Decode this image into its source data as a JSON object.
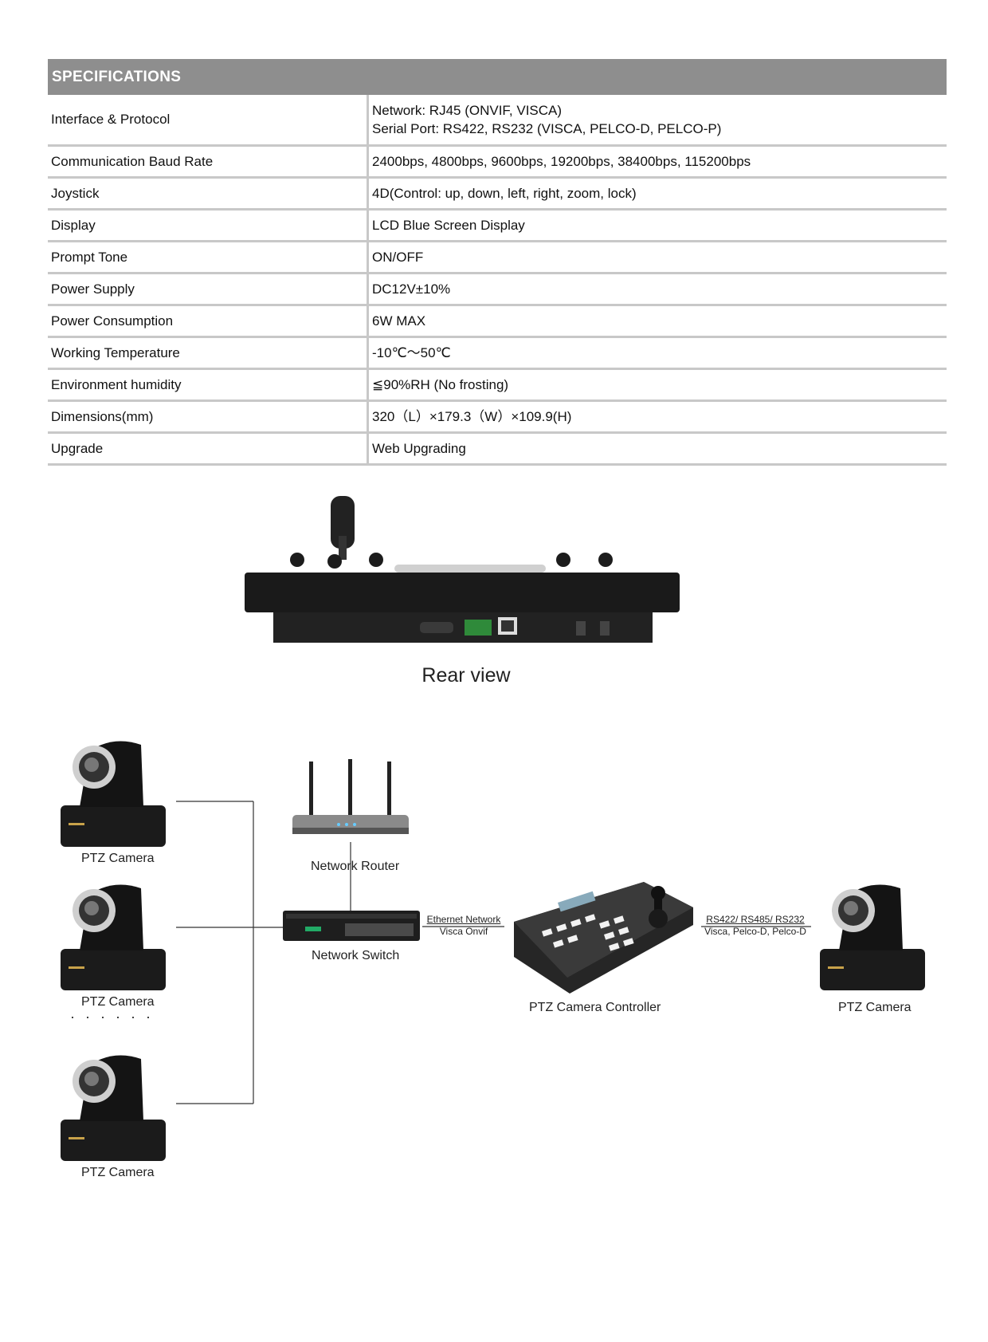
{
  "specifications": {
    "title": "SPECIFICATIONS",
    "rows": [
      {
        "key": "Interface & Protocol",
        "values": [
          "Network: RJ45 (ONVIF, VISCA)",
          "Serial Port: RS422, RS232 (VISCA, PELCO-D, PELCO-P)"
        ]
      },
      {
        "key": "Communication Baud Rate",
        "values": [
          "2400bps, 4800bps, 9600bps, 19200bps, 38400bps, 115200bps"
        ]
      },
      {
        "key": "Joystick",
        "values": [
          "4D(Control: up, down, left, right, zoom, lock)"
        ]
      },
      {
        "key": "Display",
        "values": [
          "LCD Blue Screen Display"
        ]
      },
      {
        "key": "Prompt Tone",
        "values": [
          "ON/OFF"
        ]
      },
      {
        "key": "Power Supply",
        "values": [
          "DC12V±10%"
        ]
      },
      {
        "key": "Power Consumption",
        "values": [
          "6W MAX"
        ]
      },
      {
        "key": "Working Temperature",
        "values": [
          "-10℃～50℃"
        ]
      },
      {
        "key": "Environment humidity",
        "values": [
          "≦90%RH (No frosting)"
        ]
      },
      {
        "key": "Dimensions(mm)",
        "values": [
          "320（L）×179.3（W）×109.9(H)"
        ]
      },
      {
        "key": "Upgrade",
        "values": [
          "Web Upgrading"
        ]
      }
    ]
  },
  "rear_view": {
    "caption": "Rear view"
  },
  "diagram": {
    "camera_labels": [
      "PTZ Camera",
      "PTZ Camera",
      "PTZ Camera",
      "PTZ Camera"
    ],
    "router_label": "Network Router",
    "switch_label": "Network Switch",
    "controller_label": "PTZ Camera Controller",
    "link_left": {
      "line1": "Ethernet Network",
      "line2": "Visca Onvif"
    },
    "link_right": {
      "line1": "RS422/ RS485/ RS232",
      "line2": "Visca, Pelco-D, Pelco-D"
    },
    "ellipsis": "· · · · · ·"
  }
}
